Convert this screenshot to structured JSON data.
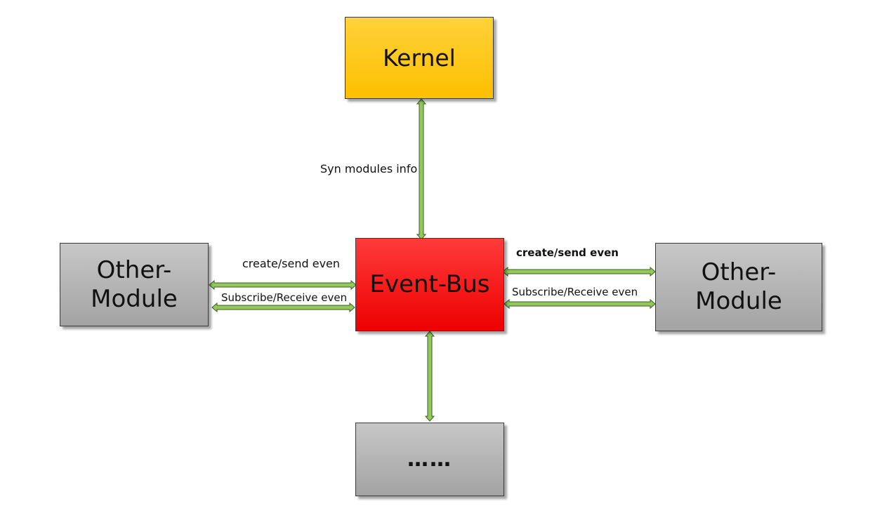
{
  "nodes": {
    "kernel": "Kernel",
    "event_bus": "Event-Bus",
    "module_left": "Other-\nModule",
    "module_right": "Other-\nModule",
    "more": "……"
  },
  "edges": {
    "kernel_bus": "Syn modules info",
    "left_create": "create/send even",
    "left_subscribe": "Subscribe/Receive even",
    "right_create": "create/send even",
    "right_subscribe": "Subscribe/Receive even"
  },
  "colors": {
    "kernel": "#fdbf00",
    "event_bus": "#ee0000",
    "module": "#b5b5b5",
    "arrow_fill": "#92c95a",
    "arrow_stroke": "#3c5d28"
  }
}
